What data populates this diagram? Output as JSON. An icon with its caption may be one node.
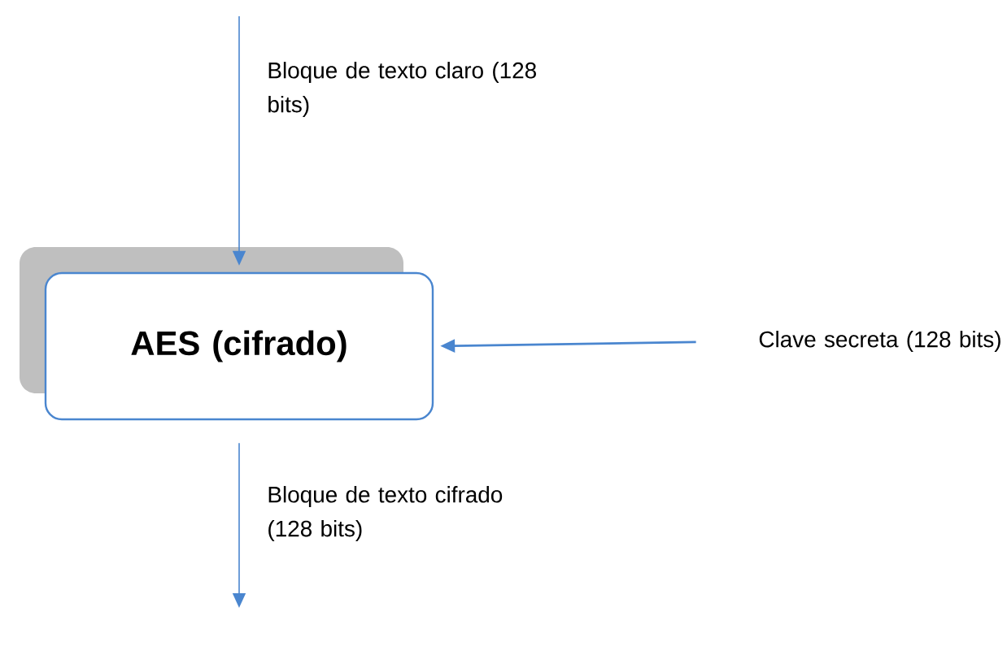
{
  "diagram": {
    "nodes": [
      {
        "text": [
          "AES (cifrado)"
        ]
      },
      {
        "text": [
          "Clave secreta (128 bits)"
        ]
      }
    ],
    "edges": [
      {
        "from": null,
        "to": 0,
        "arrow": "to",
        "label": "Bloque de texto claro (128 bits)"
      },
      {
        "from": 1,
        "to": 0,
        "arrow": "to"
      },
      {
        "from": 0,
        "to": null,
        "arrow": "to",
        "label": "Bloque de texto cifrado (128 bits)"
      }
    ]
  }
}
